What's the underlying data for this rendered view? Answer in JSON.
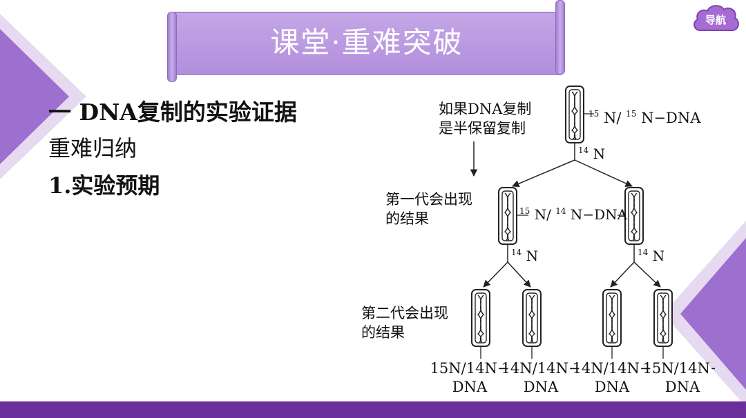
{
  "header": {
    "title": "课堂·重难突破"
  },
  "nav": {
    "label": "导航"
  },
  "content": {
    "section_heading": "一 DNA复制的实验证据",
    "subheading": "重难归纳",
    "item": "1.实验预期"
  },
  "diagram": {
    "hypothesis_line1": "如果DNA复制",
    "hypothesis_line2": "是半保留复制",
    "parent_mass": "15",
    "parent_label": "N/",
    "parent_mass2": "15",
    "parent_suffix": "N−DNA",
    "medium_mass": "14",
    "medium_el": "N",
    "gen1_line1": "第一代会出现",
    "gen1_line2": "的结果",
    "gen1_mass_a": "15",
    "gen1_label_a": "N/",
    "gen1_mass_b": "14",
    "gen1_label_b": "N−DNA",
    "gen2_line1": "第二代会出现",
    "gen2_line2": "的结果",
    "result_1_line1": "15N/14N−",
    "result_2_line1": "14N/14N−",
    "result_3_line1": "14N/14N−",
    "result_4_line1": "15N/14N−",
    "result_line2": "DNA"
  },
  "colors": {
    "banner": "#b899e0",
    "deco_purple": "#8c5fbf",
    "footer": "#6a2f9b"
  }
}
